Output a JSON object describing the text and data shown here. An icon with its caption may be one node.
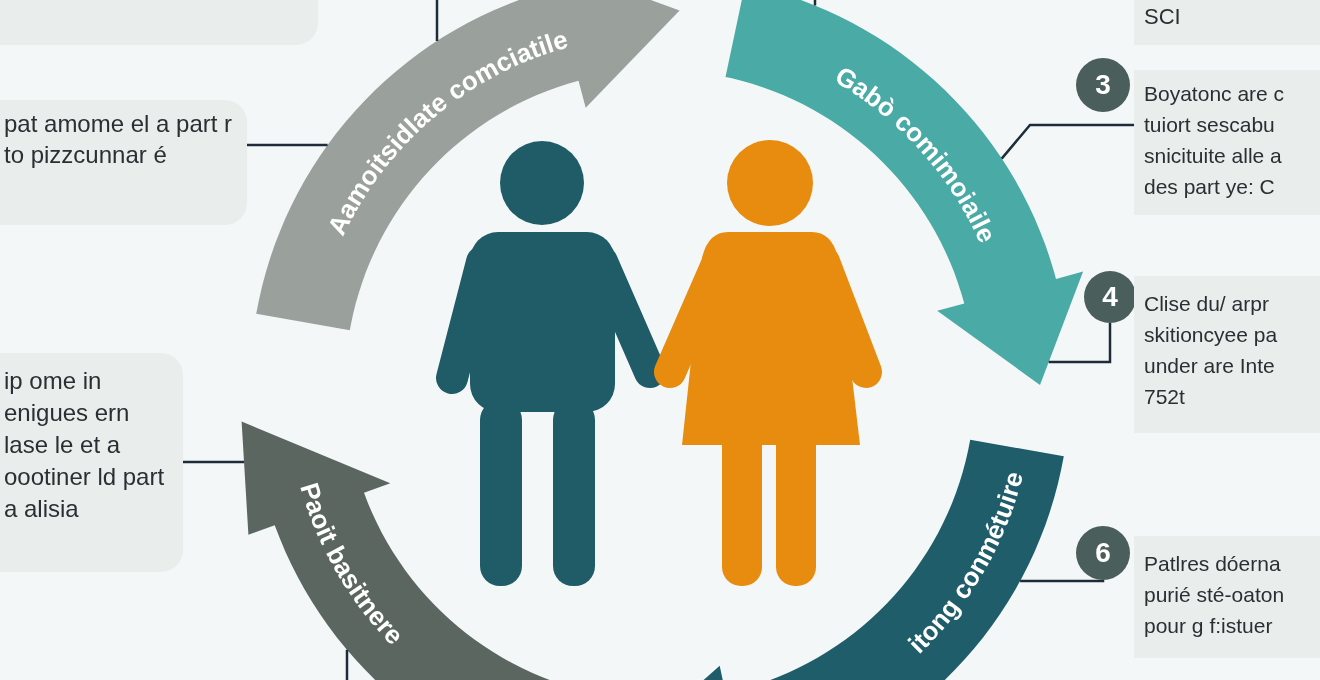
{
  "diagram": {
    "nodes": [
      {
        "text": [],
        "shape": "box"
      },
      {
        "text": [
          "pat amome el a part r to pizzcunnar é"
        ]
      },
      {
        "text": [
          "ip ome in enigues ern lase le et a oootiner ld part a alisia"
        ]
      },
      {
        "text": [
          "Aamoitsidlate comciatile"
        ]
      },
      {
        "text": [
          "Gabò comimoiaile"
        ]
      },
      {
        "text": [
          "itong conmétuire"
        ]
      },
      {
        "text": [
          "Paoit basitnere"
        ]
      },
      {
        "text": [
          "SCI"
        ]
      },
      {
        "text": [
          "3"
        ]
      },
      {
        "text": [
          "Boyatonc are c tuiort sescabu snicituite alle a des part ye: C"
        ]
      },
      {
        "text": [
          "4"
        ]
      },
      {
        "text": [
          "Clise du/ arpr skitioncyee pa under are Inte 752t"
        ]
      },
      {
        "text": [
          "6"
        ]
      },
      {
        "text": [
          "Patlres dóerna purié sté-oaton pour g f:istuer"
        ]
      }
    ],
    "edges": [
      {
        "from": 1,
        "to": 3,
        "arrow": "none"
      },
      {
        "from": 2,
        "to": 6,
        "arrow": "none"
      },
      {
        "from": null,
        "to": 3,
        "arrow": "none"
      },
      {
        "from": null,
        "to": 4,
        "arrow": "none"
      },
      {
        "from": 9,
        "to": 4,
        "arrow": "none"
      },
      {
        "from": 10,
        "to": 4,
        "arrow": "none"
      },
      {
        "from": 12,
        "to": 5,
        "arrow": "none"
      },
      {
        "from": null,
        "to": 6,
        "arrow": "none"
      }
    ]
  }
}
